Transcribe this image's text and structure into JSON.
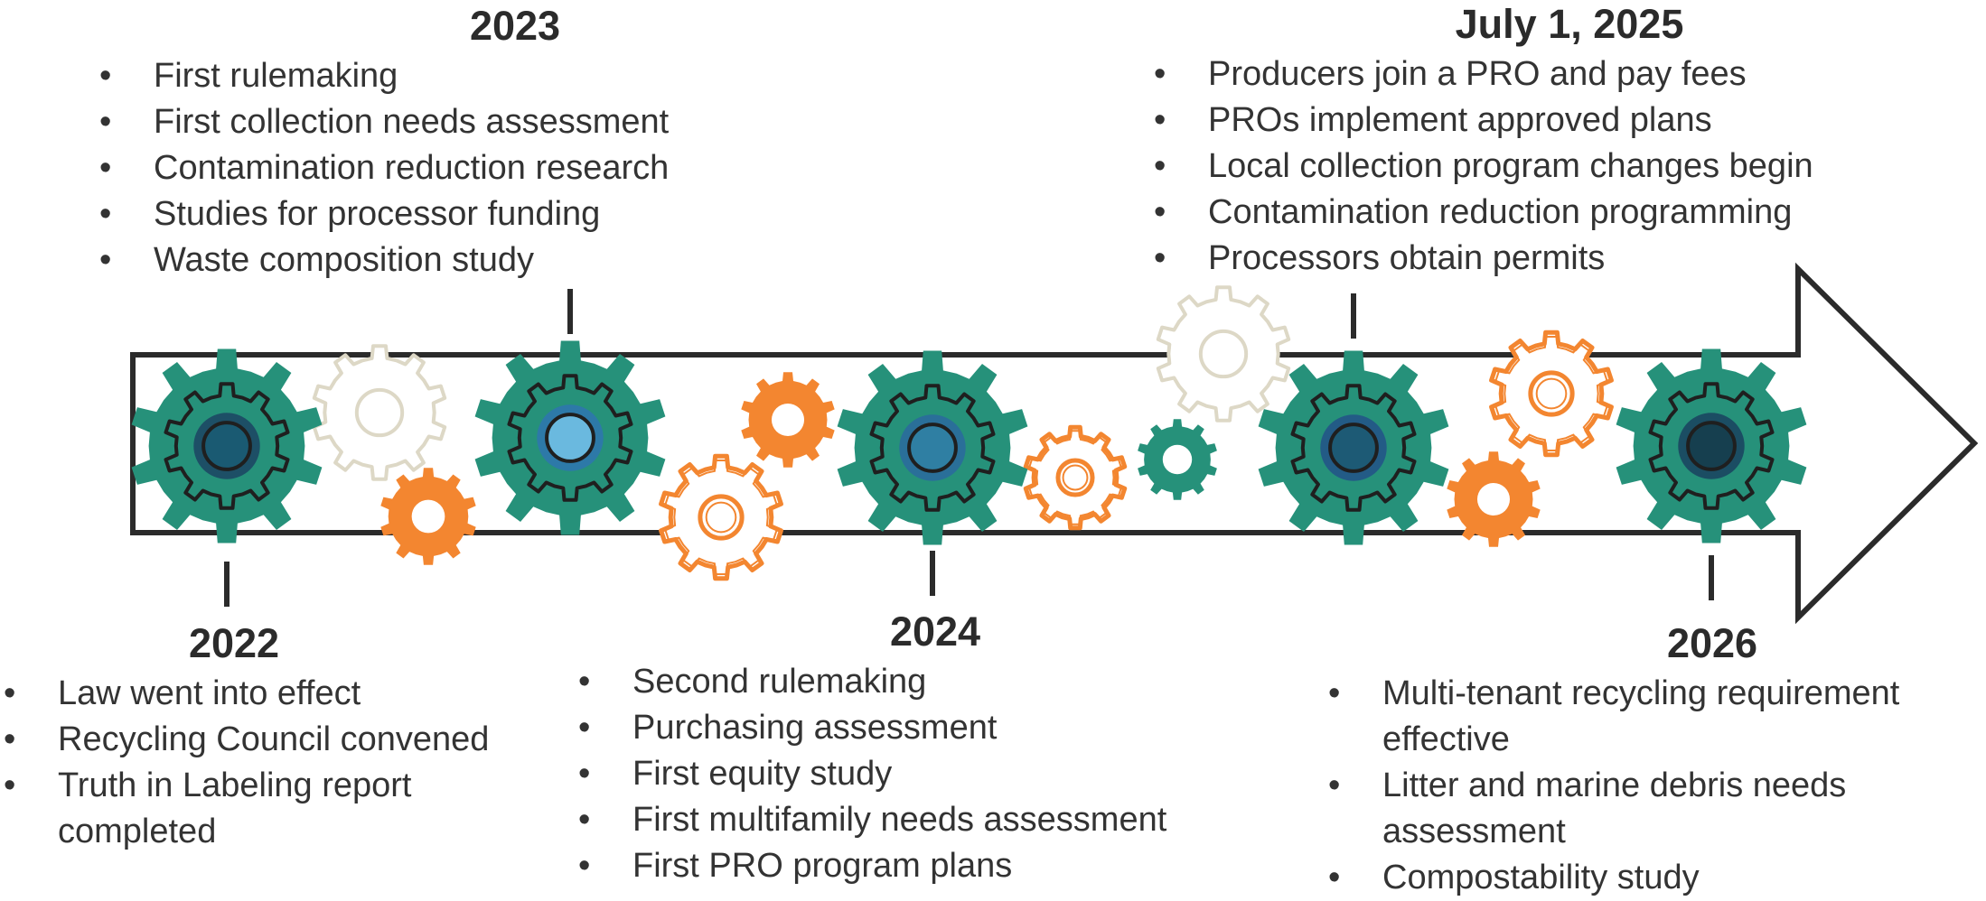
{
  "colors": {
    "teal": "#26917a",
    "orange": "#f38630",
    "beige": "#ddd8c6",
    "dark_outline": "#1f1f1f",
    "arrow_outline": "#2b2b2b"
  },
  "bullet_char": "•",
  "milestones": [
    {
      "id": "2022",
      "year": "2022",
      "items": [
        [
          "Law went into effect"
        ],
        [
          "Recycling Council convened"
        ],
        [
          "Truth in Labeling report",
          "completed"
        ]
      ]
    },
    {
      "id": "2023",
      "year": "2023",
      "items": [
        [
          "First rulemaking"
        ],
        [
          "First collection needs assessment"
        ],
        [
          "Contamination reduction research"
        ],
        [
          "Studies for processor funding"
        ],
        [
          "Waste composition study"
        ]
      ]
    },
    {
      "id": "2024",
      "year": "2024",
      "items": [
        [
          "Second rulemaking"
        ],
        [
          "Purchasing assessment"
        ],
        [
          "First equity study"
        ],
        [
          "First multifamily needs assessment"
        ],
        [
          "First PRO program plans"
        ]
      ]
    },
    {
      "id": "2025",
      "year": "July 1, 2025",
      "items": [
        [
          "Producers join a PRO and pay fees"
        ],
        [
          "PROs implement approved plans"
        ],
        [
          "Local collection program changes begin"
        ],
        [
          "Contamination reduction programming"
        ],
        [
          "Processors obtain permits"
        ]
      ]
    },
    {
      "id": "2026",
      "year": "2026",
      "items": [
        [
          "Multi-tenant recycling requirement",
          "effective"
        ],
        [
          "Litter and marine debris needs",
          "assessment"
        ],
        [
          "Compostability study"
        ]
      ]
    }
  ],
  "main_gears": [
    {
      "milestone": "2022",
      "hub_color": "#1d4f66",
      "center_color": "#1a5a72"
    },
    {
      "milestone": "2023",
      "hub_color": "#2d79a8",
      "center_color": "#6ab9df"
    },
    {
      "milestone": "2024",
      "hub_color": "#2a6f99",
      "center_color": "#2f7fa3"
    },
    {
      "milestone": "2025",
      "hub_color": "#235b86",
      "center_color": "#1d5a75"
    },
    {
      "milestone": "2026",
      "hub_color": "#1b4d63",
      "center_color": "#163f4f"
    }
  ]
}
